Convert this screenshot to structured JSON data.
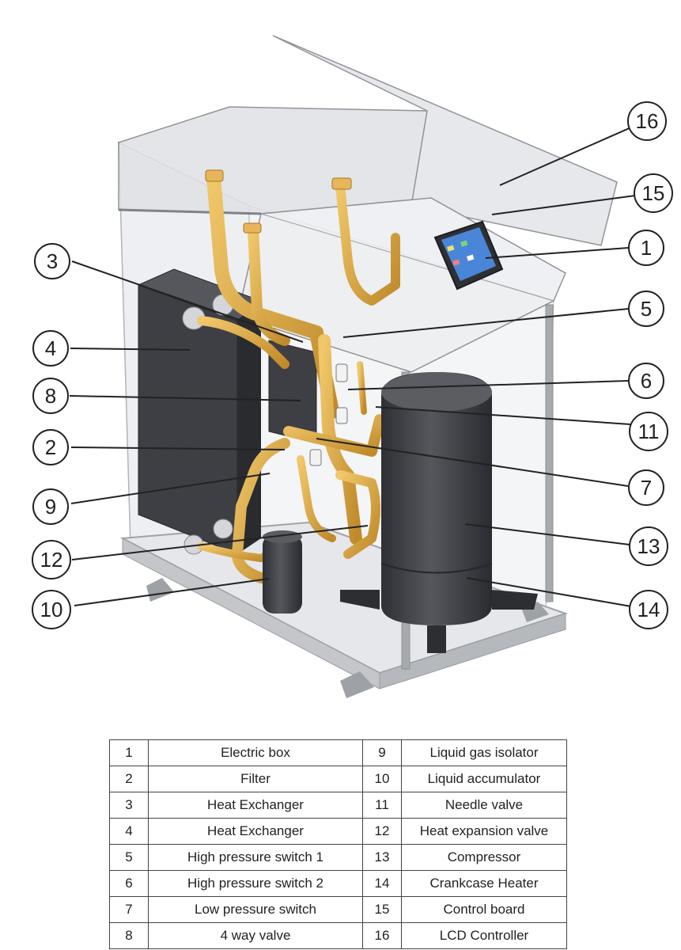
{
  "callouts": [
    "1",
    "2",
    "3",
    "4",
    "5",
    "6",
    "7",
    "8",
    "9",
    "10",
    "11",
    "12",
    "13",
    "14",
    "15",
    "16"
  ],
  "table": {
    "rows": [
      {
        "n1": "1",
        "name1": "Electric box",
        "n2": "9",
        "name2": "Liquid gas isolator"
      },
      {
        "n1": "2",
        "name1": "Filter",
        "n2": "10",
        "name2": "Liquid accumulator"
      },
      {
        "n1": "3",
        "name1": "Heat Exchanger",
        "n2": "11",
        "name2": "Needle valve"
      },
      {
        "n1": "4",
        "name1": "Heat Exchanger",
        "n2": "12",
        "name2": "Heat expansion valve"
      },
      {
        "n1": "5",
        "name1": "High pressure switch 1",
        "n2": "13",
        "name2": "Compressor"
      },
      {
        "n1": "6",
        "name1": "High pressure switch 2",
        "n2": "14",
        "name2": "Crankcase Heater"
      },
      {
        "n1": "7",
        "name1": "Low pressure switch",
        "n2": "15",
        "name2": "Control board"
      },
      {
        "n1": "8",
        "name1": "4 way valve",
        "n2": "16",
        "name2": "LCD Controller"
      }
    ]
  },
  "colors": {
    "copper": "#d9a441",
    "dark_component": "#3e3f44",
    "frame": "#b9bcc0",
    "glass": "#e4e6ea",
    "screen": "#4a86d8"
  }
}
